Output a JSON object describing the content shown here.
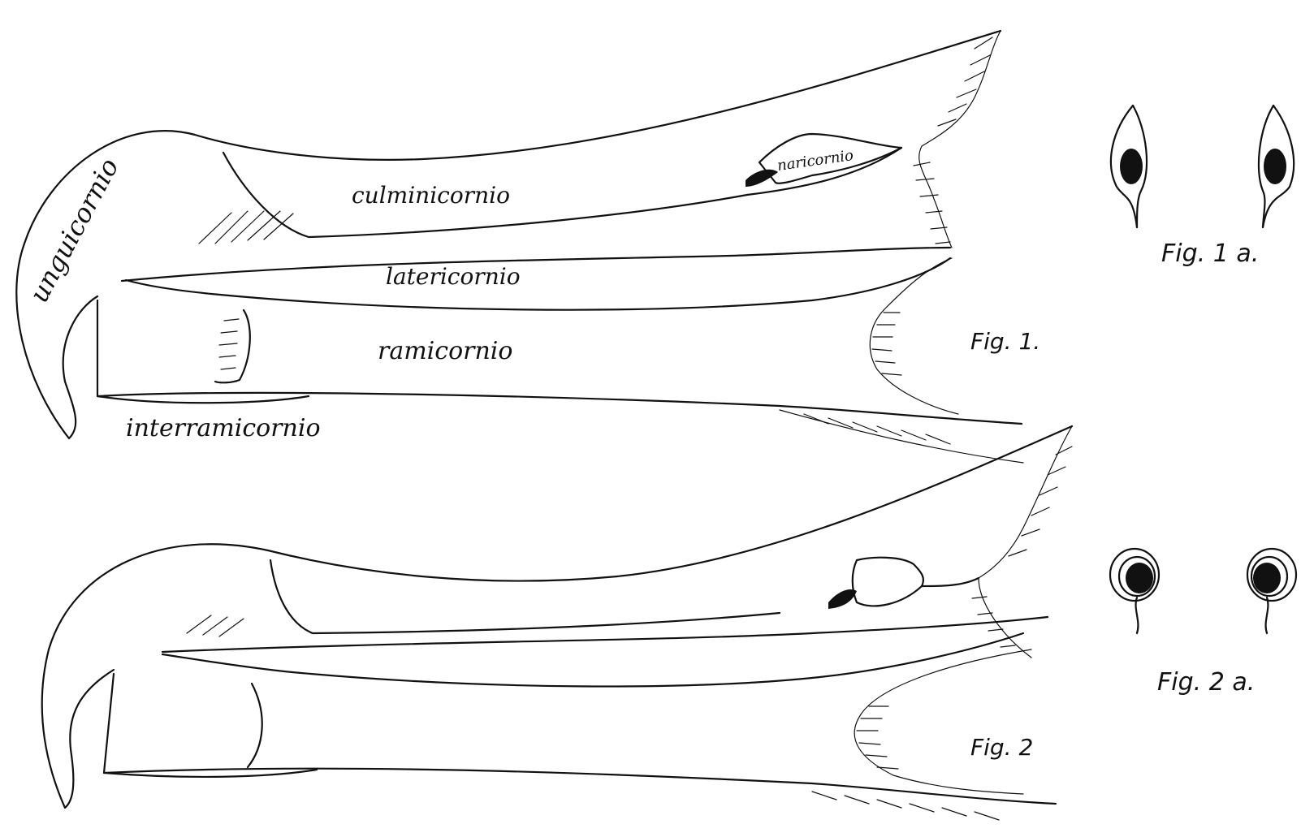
{
  "figure_1": {
    "caption": "Fig. 1.",
    "parts": {
      "unguicornio": "unguicornio",
      "culminicornio": "culminicornio",
      "naricornio": "naricornio",
      "latericornio": "latericornio",
      "ramicornio": "ramicornio",
      "interramicornio": "interramicornio"
    }
  },
  "figure_1a": {
    "caption": "Fig. 1 a."
  },
  "figure_2": {
    "caption": "Fig. 2"
  },
  "figure_2a": {
    "caption": "Fig. 2 a."
  },
  "colors": {
    "ink": "#111111",
    "paper": "#ffffff"
  }
}
